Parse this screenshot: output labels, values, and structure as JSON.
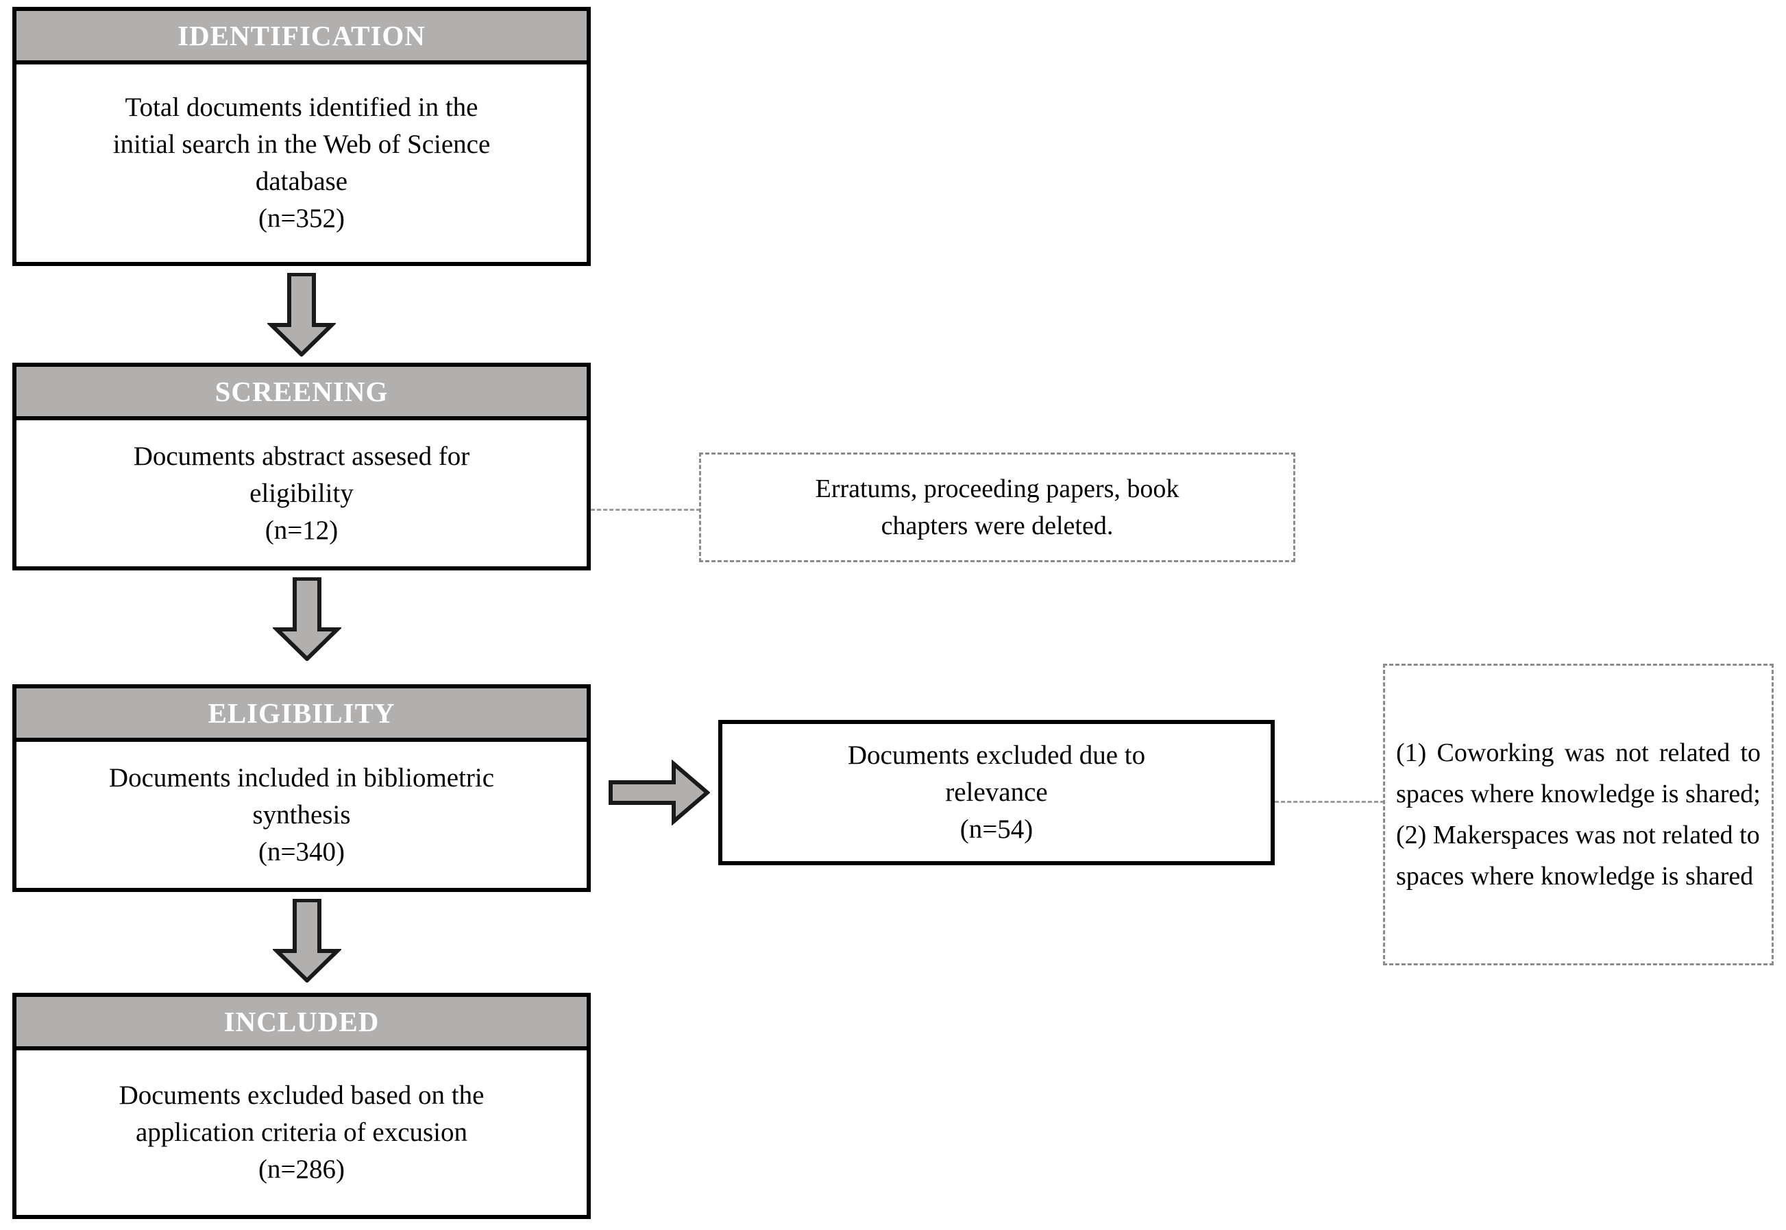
{
  "diagram": {
    "title": "PRISMA document selection flow",
    "colors": {
      "header_fill": "#b2afaf",
      "header_text": "#ffffff",
      "box_border": "#000000",
      "box_fill": "#ffffff",
      "arrow_fill": "#b2afaf",
      "arrow_outline": "#1a1a1a",
      "dashed_border": "#8d8a8a",
      "connector": "#9d9a9a"
    }
  },
  "stages": [
    {
      "id": "identification",
      "header": "IDENTIFICATION",
      "lines": [
        "Total documents identified in the",
        "initial search in the Web of Science",
        "database",
        "(n=352)"
      ],
      "count_label": "(n=352)",
      "count": 352
    },
    {
      "id": "screening",
      "header": "SCREENING",
      "lines": [
        "Documents abstract assesed for",
        "eligibility",
        "(n=12)"
      ],
      "count_label": "(n=12)",
      "count": 12
    },
    {
      "id": "eligibility",
      "header": "ELIGIBILITY",
      "lines": [
        "Documents included in bibliometric",
        "synthesis",
        "(n=340)"
      ],
      "count_label": "(n=340)",
      "count": 340
    },
    {
      "id": "included",
      "header": "INCLUDED",
      "lines": [
        "Documents excluded based on the",
        "application criteria of excusion",
        "(n=286)"
      ],
      "count_label": "(n=286)",
      "count": 286
    }
  ],
  "excluded_box": {
    "id": "excluded-relevance",
    "lines": [
      "Documents excluded due to",
      "relevance",
      "(n=54)"
    ],
    "count_label": "(n=54)",
    "count": 54
  },
  "notes": {
    "screening_note": {
      "id": "screening-note",
      "lines": [
        "Erratums, proceeding papers, book",
        "chapters were deleted."
      ]
    },
    "criteria_note": {
      "id": "exclusion-criteria-note",
      "paragraphs": [
        "(1) Coworking was not related to spaces where knowledge is shared;",
        "(2) Makerspaces was not related to spaces where knowledge is shared"
      ]
    }
  },
  "arrows": [
    {
      "id": "arrow-identification-to-screening",
      "direction": "down"
    },
    {
      "id": "arrow-screening-to-eligibility",
      "direction": "down"
    },
    {
      "id": "arrow-eligibility-to-included",
      "direction": "down"
    },
    {
      "id": "arrow-eligibility-to-excluded",
      "direction": "right"
    }
  ]
}
